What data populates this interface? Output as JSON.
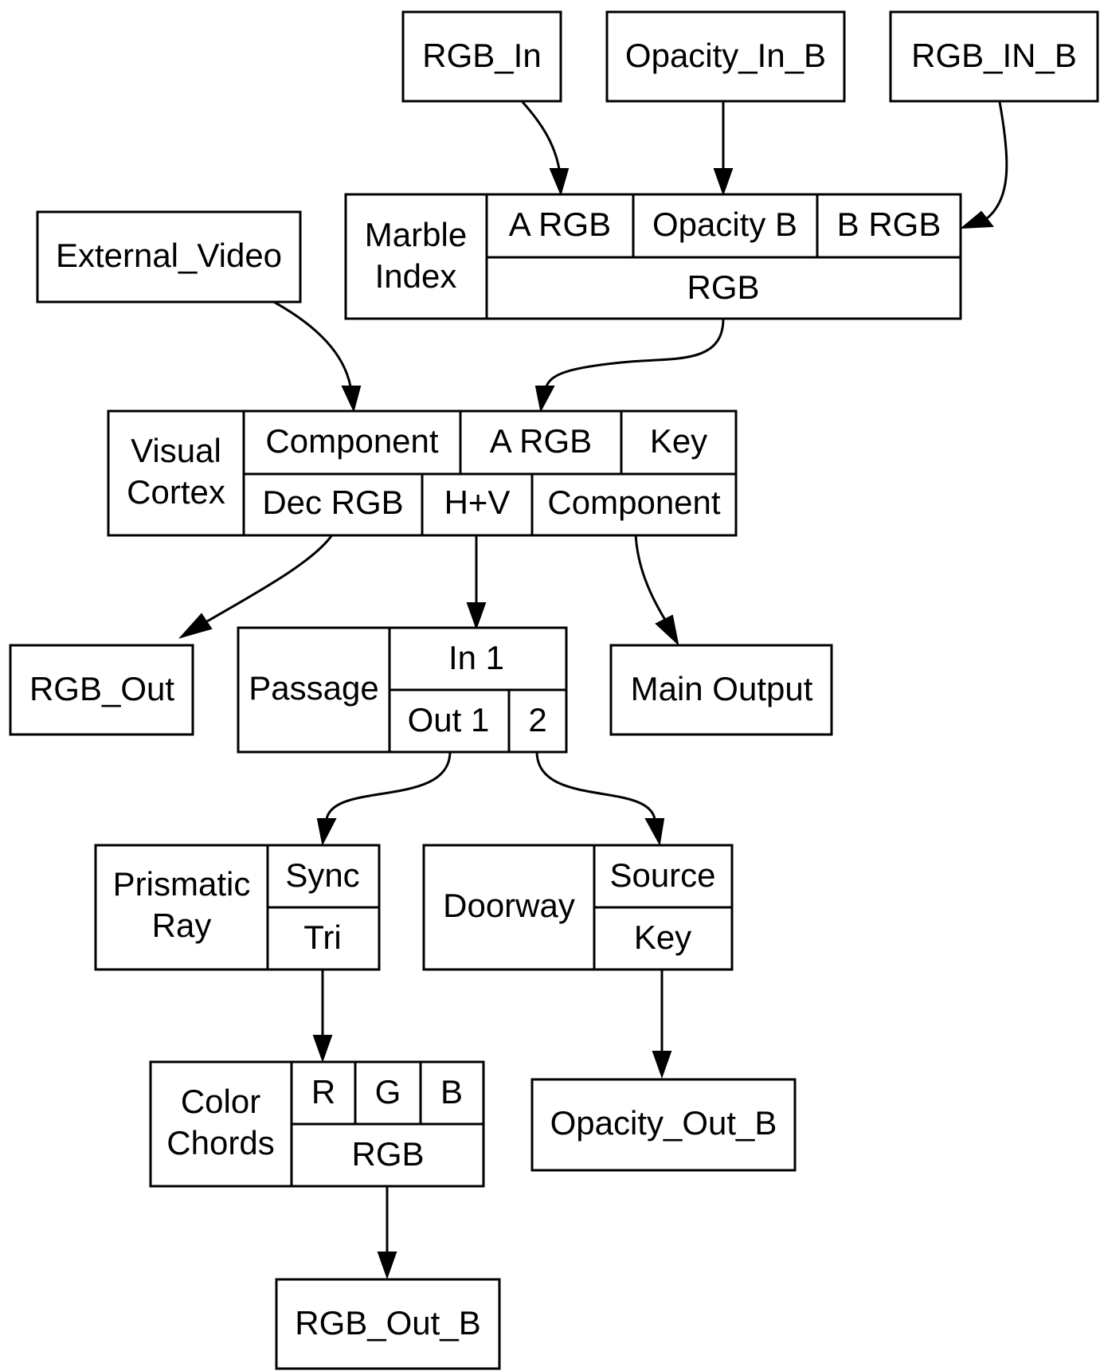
{
  "nodes": {
    "rgb_in": "RGB_In",
    "opacity_in_b": "Opacity_In_B",
    "rgb_in_b": "RGB_IN_B",
    "external_video": "External_Video",
    "marble_index": {
      "name_1": "Marble",
      "name_2": "Index",
      "port_a_rgb": "A RGB",
      "port_opacity_b": "Opacity B",
      "port_b_rgb": "B RGB",
      "port_rgb": "RGB"
    },
    "visual_cortex": {
      "name_1": "Visual",
      "name_2": "Cortex",
      "port_component_in": "Component",
      "port_a_rgb": "A RGB",
      "port_key": "Key",
      "port_dec_rgb": "Dec RGB",
      "port_hv": "H+V",
      "port_component_out": "Component"
    },
    "rgb_out": "RGB_Out",
    "passage": {
      "name": "Passage",
      "port_in_1": "In 1",
      "port_out_1": "Out 1",
      "port_2": "2"
    },
    "main_output": "Main Output",
    "prismatic_ray": {
      "name_1": "Prismatic",
      "name_2": "Ray",
      "port_sync": "Sync",
      "port_tri": "Tri"
    },
    "doorway": {
      "name": "Doorway",
      "port_source": "Source",
      "port_key": "Key"
    },
    "color_chords": {
      "name_1": "Color",
      "name_2": "Chords",
      "port_r": "R",
      "port_g": "G",
      "port_b": "B",
      "port_rgb": "RGB"
    },
    "opacity_out_b": "Opacity_Out_B",
    "rgb_out_b": "RGB_Out_B"
  }
}
